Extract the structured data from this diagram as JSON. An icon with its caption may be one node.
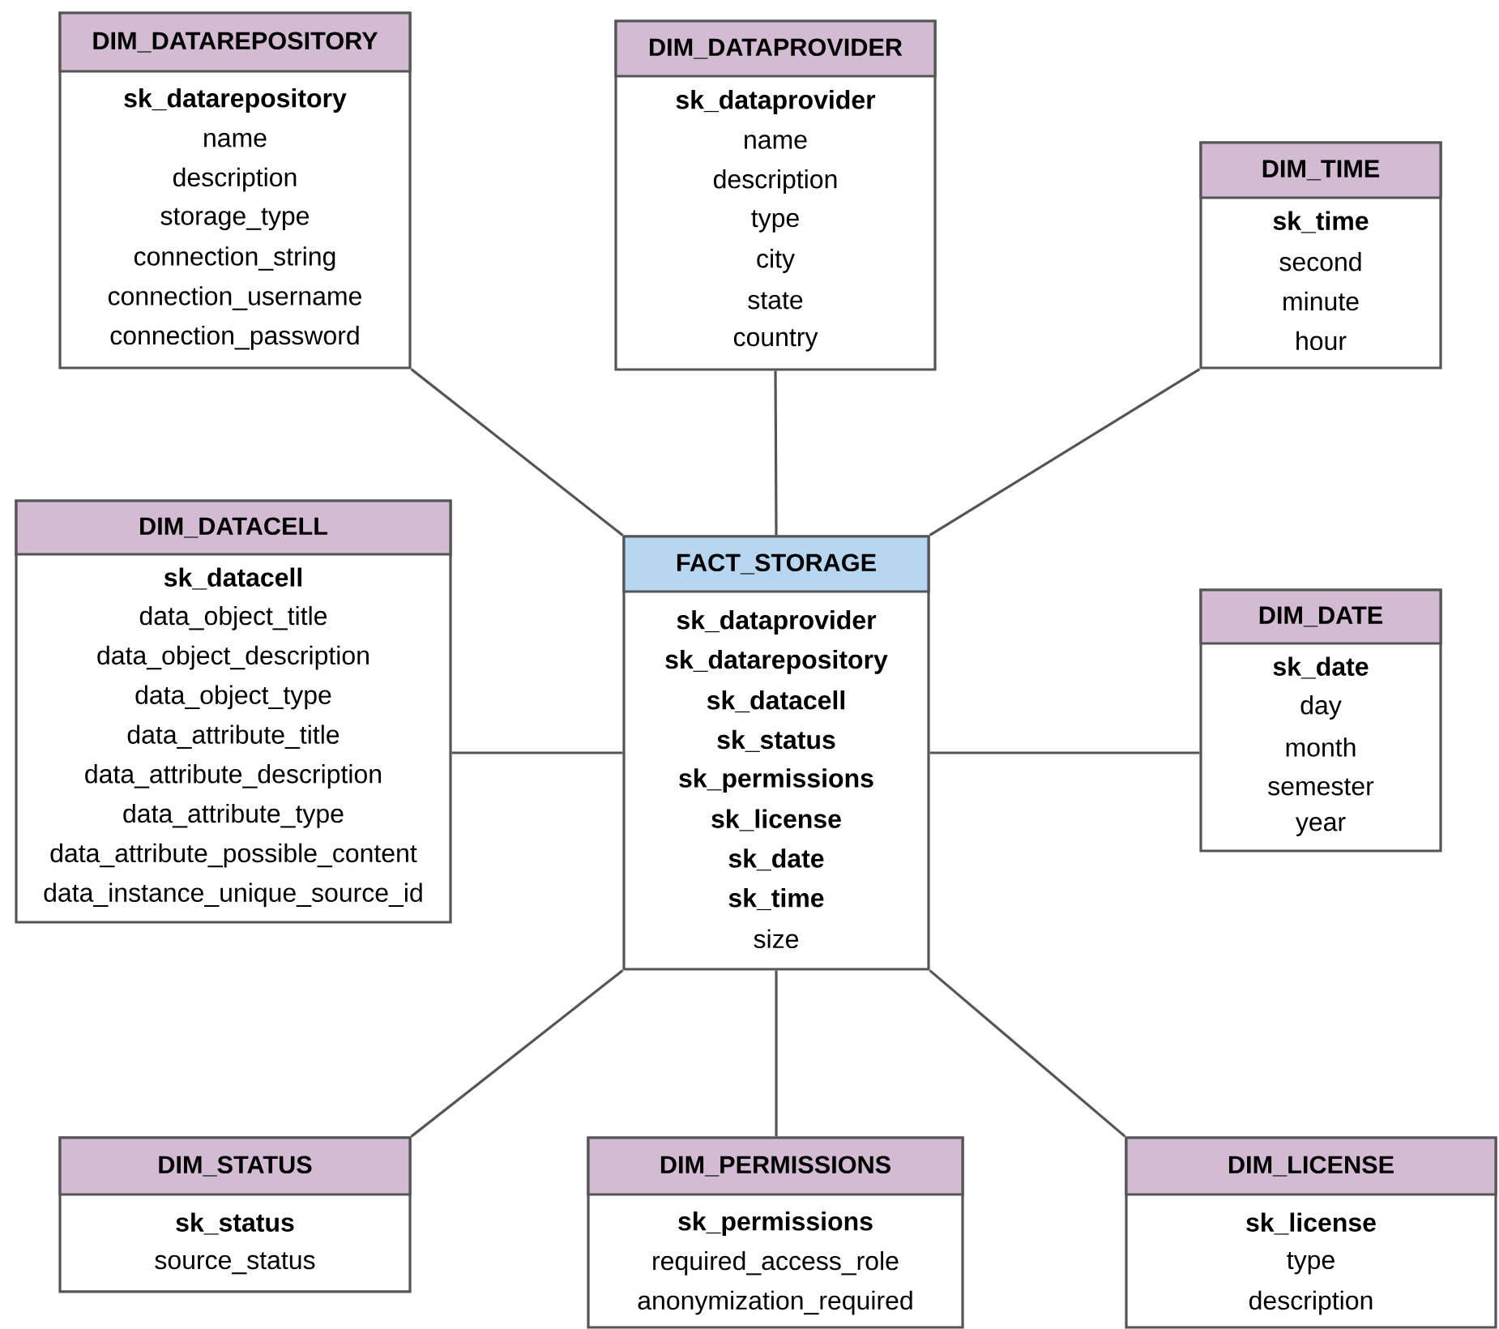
{
  "diagram": {
    "nodes": [
      {
        "text": [
          "DIM_DATAREPOSITORY",
          "sk_datarepository",
          "name",
          "description",
          "storage_type",
          "connection_string",
          "connection_username",
          "connection_password"
        ]
      },
      {
        "text": [
          "DIM_DATAPROVIDER",
          "sk_dataprovider",
          "name",
          "description",
          "type",
          "city",
          "state",
          "country"
        ]
      },
      {
        "text": [
          "DIM_TIME",
          "sk_time",
          "second",
          "minute",
          "hour"
        ]
      },
      {
        "text": [
          "DIM_DATACELL",
          "sk_datacell",
          "data_object_title",
          "data_object_description",
          "data_object_type",
          "data_attribute_title",
          "data_attribute_description",
          "data_attribute_type",
          "data_attribute_possible_content",
          "data_instance_unique_source_id"
        ]
      },
      {
        "text": [
          "FACT_STORAGE",
          "sk_dataprovider",
          "sk_datarepository",
          "sk_datacell",
          "sk_status",
          "sk_permissions",
          "sk_license",
          "sk_date",
          "sk_time",
          "size"
        ]
      },
      {
        "text": [
          "DIM_DATE",
          "sk_date",
          "day",
          "month",
          "semester",
          "year"
        ]
      },
      {
        "text": [
          "DIM_STATUS",
          "sk_status",
          "source_status"
        ]
      },
      {
        "text": [
          "DIM_PERMISSIONS",
          "sk_permissions",
          "required_access_role",
          "anonymization_required"
        ]
      },
      {
        "text": [
          "DIM_LICENSE",
          "sk_license",
          "type",
          "description"
        ]
      }
    ],
    "edges": [
      {
        "from": 4,
        "to": 0,
        "arrow": "none"
      },
      {
        "from": 4,
        "to": 1,
        "arrow": "none"
      },
      {
        "from": 4,
        "to": 2,
        "arrow": "none"
      },
      {
        "from": 4,
        "to": 3,
        "arrow": "none"
      },
      {
        "from": 4,
        "to": 5,
        "arrow": "none"
      },
      {
        "from": 4,
        "to": 6,
        "arrow": "none"
      },
      {
        "from": 4,
        "to": 7,
        "arrow": "none"
      },
      {
        "from": 4,
        "to": 8,
        "arrow": "none"
      }
    ]
  }
}
